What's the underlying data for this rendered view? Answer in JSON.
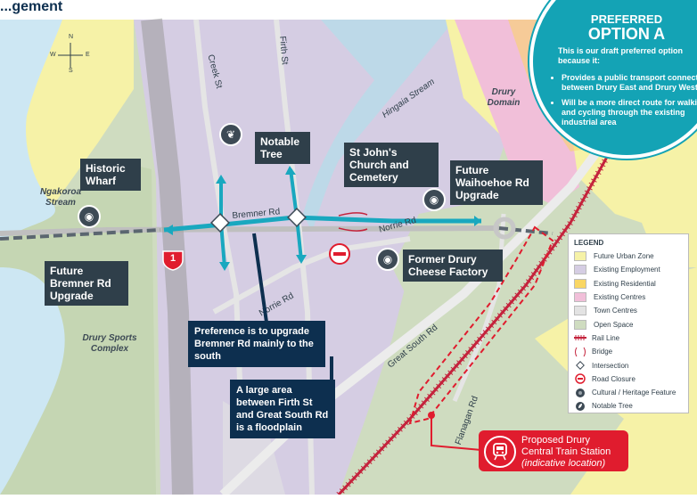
{
  "title": "...gement",
  "preferred": {
    "heading_line1": "PREFERRED",
    "heading_line2": "OPTION A",
    "intro": "This is our draft preferred option because it:",
    "bullets": [
      "Provides a public transport connection between Drury East and Drury West",
      "Will be a more direct route for walking and cycling through the existing industrial area"
    ]
  },
  "compass": {
    "n": "N",
    "s": "S",
    "e": "E",
    "w": "W"
  },
  "places": {
    "ngakoroa": "Ngakoroa Stream",
    "drury_sports": "Drury Sports Complex",
    "drury_domain": "Drury Domain",
    "hingaia": "Hingaia Stream"
  },
  "streets": {
    "creek": "Creek St",
    "firth": "Firth St",
    "bremner": "Bremner Rd",
    "norrie_east": "Norrie Rd",
    "norrie_south": "Norrie Rd",
    "great_south": "Great South Rd",
    "flanagan": "Flanagan Rd"
  },
  "callouts": {
    "historic_wharf": "Historic Wharf",
    "notable_tree": "Notable Tree",
    "st_johns": "St John's Church and Cemetery",
    "future_waihoehoe": "Future Waihoehoe Rd Upgrade",
    "future_bremner": "Future Bremner Rd Upgrade",
    "former_cheese": "Former Drury Cheese Factory",
    "preference_upgrade": "Preference is to upgrade Bremner Rd mainly to the south",
    "floodplain": "A large area between Firth St and Great South Rd is a floodplain"
  },
  "state_highway": "1",
  "legend": {
    "title": "LEGEND",
    "items": [
      {
        "label": "Future Urban Zone",
        "color": "#f6f2a7"
      },
      {
        "label": "Existing Employment",
        "color": "#d5cde3"
      },
      {
        "label": "Existing Residential",
        "color": "#f9d663"
      },
      {
        "label": "Existing Centres",
        "color": "#f1bfd9"
      },
      {
        "label": "Town Centres",
        "color": "#e3e3e3"
      },
      {
        "label": "Open Space",
        "color": "#cfdcc0"
      }
    ],
    "symbols": [
      {
        "label": "Rail Line",
        "icon": "rail-line-icon"
      },
      {
        "label": "Bridge",
        "icon": "bridge-icon"
      },
      {
        "label": "Intersection",
        "icon": "intersection-icon"
      },
      {
        "label": "Road Closure",
        "icon": "road-closure-icon"
      },
      {
        "label": "Cultural / Heritage Feature",
        "icon": "heritage-icon"
      },
      {
        "label": "Notable Tree",
        "icon": "tree-icon"
      }
    ]
  },
  "station": {
    "line1": "Proposed Drury",
    "line2": "Central Train Station",
    "line3": "(indicative location)"
  },
  "colors": {
    "route": "#19a8bf",
    "employment": "#d5cde3",
    "open_space": "#cfdcc0",
    "future_urban": "#f6f2a7",
    "water": "#cde7f3",
    "rail": "#c4233c",
    "station": "#e01c2e",
    "callout_dark": "#2f3f4a",
    "callout_navy": "#0d2f4f"
  }
}
